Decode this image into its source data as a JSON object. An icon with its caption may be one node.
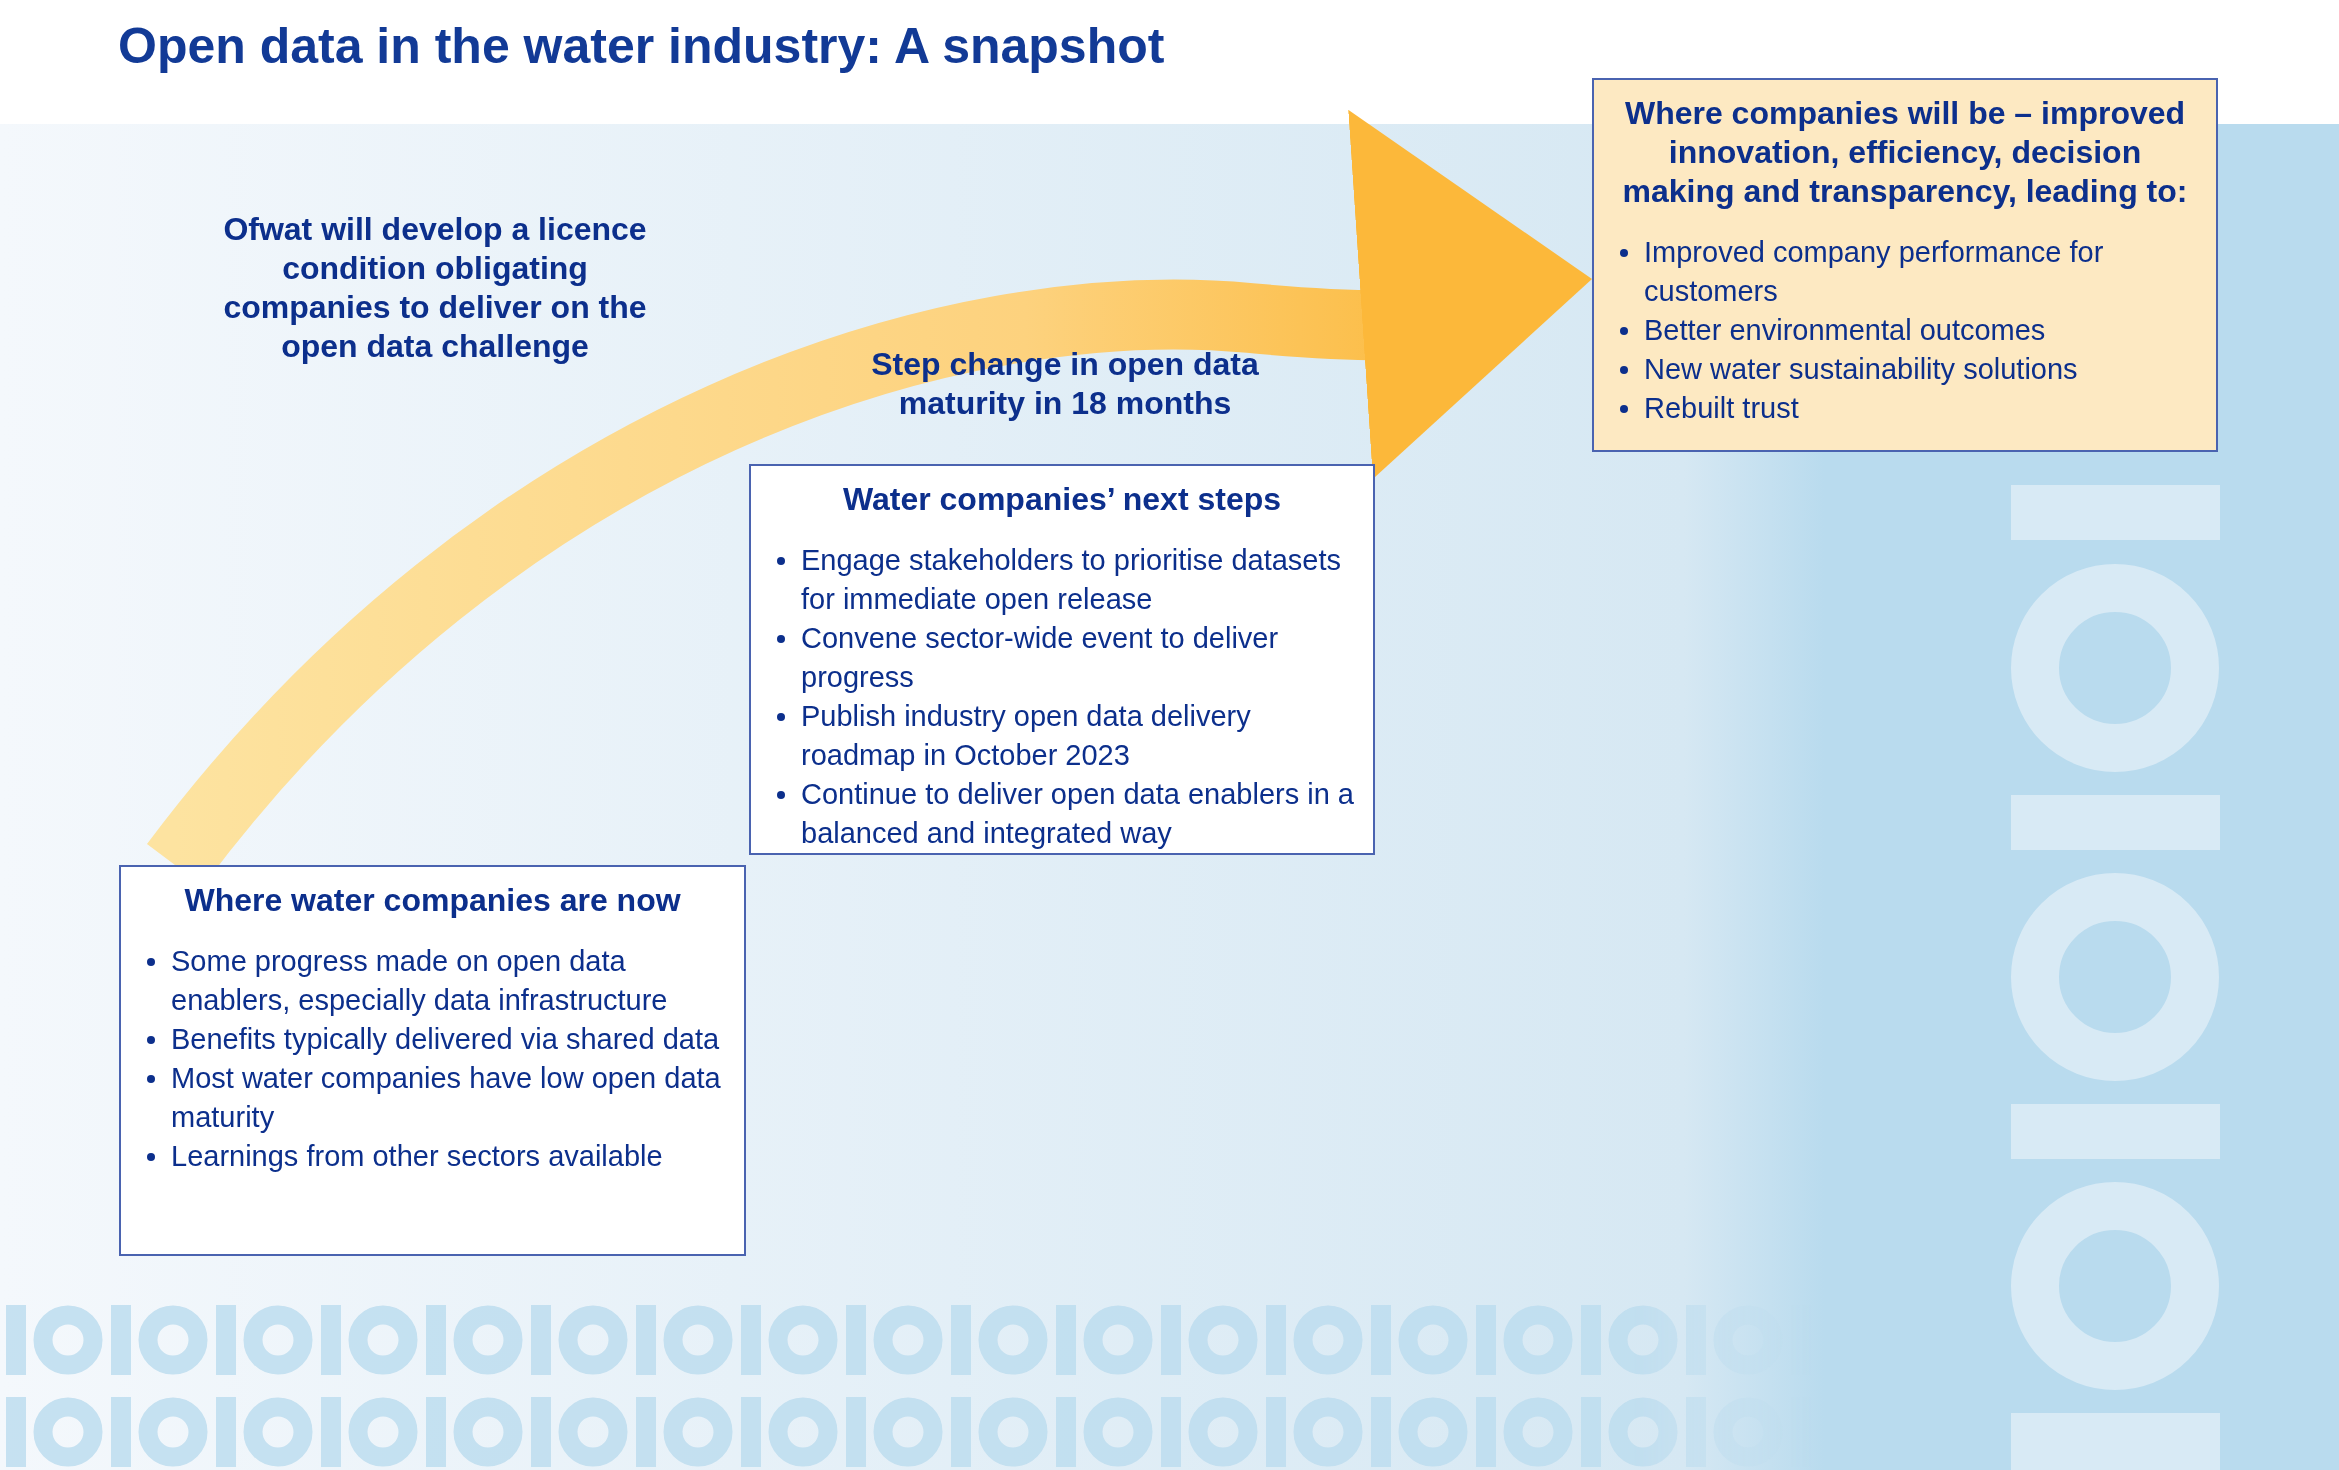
{
  "diagram": {
    "title": "Open data in the water industry: A snapshot",
    "nodes": [
      {
        "text": [
          "Where water companies are now",
          "Some progress made on open data enablers, especially data infrastructure",
          "Benefits typically delivered via shared data",
          "Most water companies have low open data maturity",
          "Learnings from other sectors available"
        ]
      },
      {
        "text": [
          "Water companies’ next steps",
          "Engage stakeholders to prioritise datasets for immediate open release",
          "Convene sector-wide event to deliver progress",
          "Publish industry open data delivery roadmap in October 2023",
          "Continue to deliver open data enablers in a balanced and integrated way"
        ]
      },
      {
        "text": [
          "Where companies will be – improved innovation, efficiency, decision making and transparency, leading to:",
          "Improved company performance for customers",
          "Better environmental outcomes",
          "New water sustainability solutions",
          "Rebuilt trust"
        ]
      }
    ],
    "edges": [
      {
        "from": 0,
        "to": 2,
        "arrow": "to",
        "style": "thick"
      }
    ],
    "labels": [
      "Ofwat will develop a licence condition obligating companies to deliver on the open data challenge",
      "Step change in open data maturity in 18 months"
    ]
  }
}
